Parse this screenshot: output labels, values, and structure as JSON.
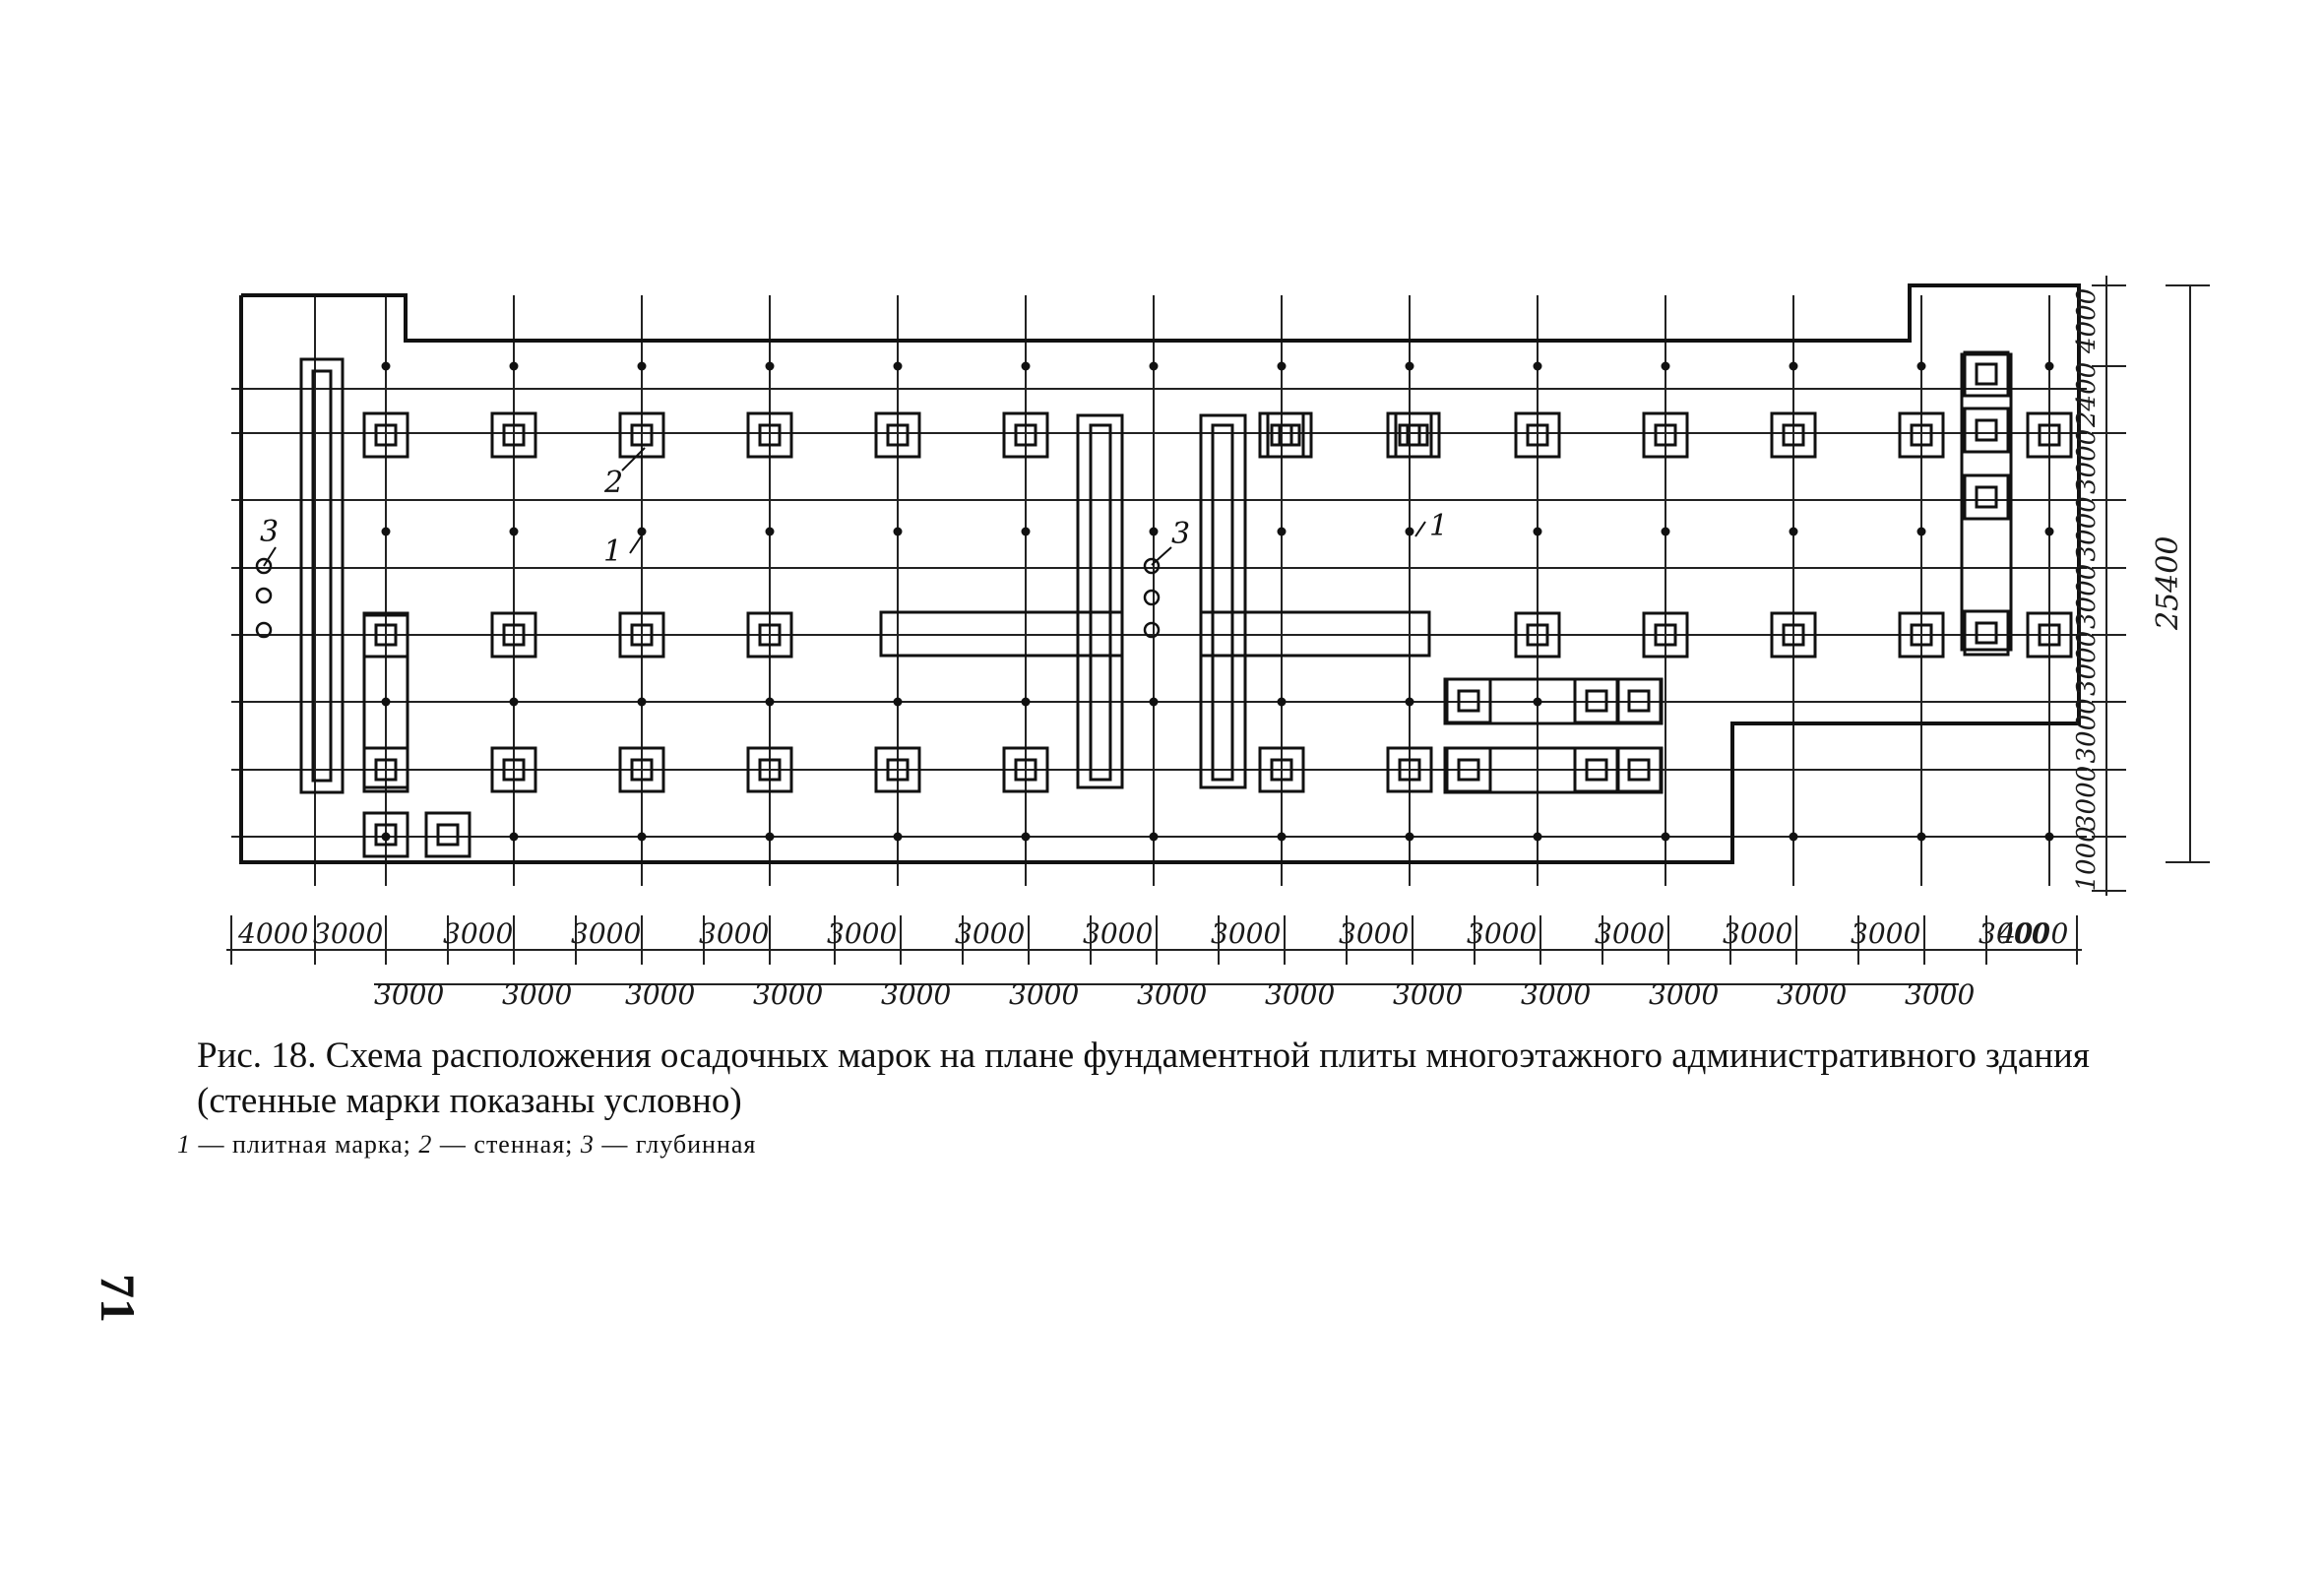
{
  "bottom_dims_row1": [
    "4000",
    "3000",
    "3000",
    "3000",
    "3000",
    "3000",
    "3000",
    "3000",
    "3000",
    "3000",
    "3000",
    "3000",
    "3000",
    "3000",
    "3000",
    "4000"
  ],
  "bottom_dims_row2": [
    "3000",
    "3000",
    "3000",
    "3000",
    "3000",
    "3000",
    "3000",
    "3000",
    "3000",
    "3000",
    "3000",
    "3000",
    "3000"
  ],
  "right_dims": [
    "4000",
    "2400",
    "3000",
    "3000",
    "3000",
    "3000",
    "3000",
    "3000",
    "1000"
  ],
  "total_dim": "25400",
  "callouts": {
    "plate_mark": "1",
    "wall_mark": "2",
    "deep_mark": "3"
  },
  "caption": {
    "text": "Рис. 18. Схема расположения осадочных марок на плане фундаментной плиты многоэтажного административного здания (стенные марки показаны условно)"
  },
  "legend": {
    "n1": "1",
    "t1": " — плитная марка; ",
    "n2": "2",
    "t2": " — стенная; ",
    "n3": "3",
    "t3": " — глубинная"
  },
  "page_number": "71",
  "colors": {
    "ink": "#111111",
    "paper": "#ffffff"
  }
}
